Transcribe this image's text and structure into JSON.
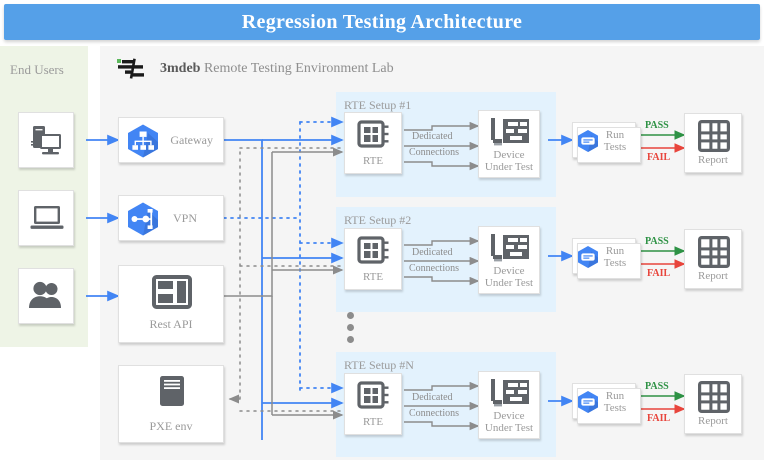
{
  "header": {
    "title": "Regression Testing Architecture",
    "bg_color": "#55a0e8",
    "text_color": "#ffffff"
  },
  "endusers": {
    "label": "End Users",
    "bg_color": "#eef4e6",
    "items": [
      {
        "icon": "desktop-computer-icon",
        "name": "desktop-user"
      },
      {
        "icon": "laptop-icon",
        "name": "laptop-user"
      },
      {
        "icon": "people-group-icon",
        "name": "group-user"
      }
    ]
  },
  "lab": {
    "brand": "3mdeb",
    "title": " Remote Testing Environment Lab",
    "bg_color": "#f5f5f5",
    "logo_icon": "3mdeb-logo-icon",
    "logo_accent_color": "#5cb85c"
  },
  "services": [
    {
      "label": "Gateway",
      "icon": "network-hierarchy-icon",
      "color": "#4285f4"
    },
    {
      "label": "VPN",
      "icon": "vpn-nodes-icon",
      "color": "#4285f4"
    },
    {
      "label": "Rest API",
      "icon": "api-layout-icon",
      "color": "#5f6368"
    },
    {
      "label": "PXE env",
      "icon": "server-rack-icon",
      "color": "#5f6368"
    }
  ],
  "setups": [
    {
      "title": "RTE Setup #1",
      "rte_label": "RTE",
      "dut_label": "Device\nUnder Test",
      "dut_label_line1": "Device",
      "dut_label_line2": "Under Test",
      "connection_label_line1": "Dedicated",
      "connection_label_line2": "Connections",
      "run_label_line1": "Run",
      "run_label_line2": "Tests",
      "pass_label": "PASS",
      "fail_label": "FAIL",
      "report_label": "Report"
    },
    {
      "title": "RTE Setup #2",
      "rte_label": "RTE",
      "dut_label_line1": "Device",
      "dut_label_line2": "Under Test",
      "connection_label_line1": "Dedicated",
      "connection_label_line2": "Connections",
      "run_label_line1": "Run",
      "run_label_line2": "Tests",
      "pass_label": "PASS",
      "fail_label": "FAIL",
      "report_label": "Report"
    },
    {
      "title": "RTE Setup #N",
      "rte_label": "RTE",
      "dut_label_line1": "Device",
      "dut_label_line2": "Under Test",
      "connection_label_line1": "Dedicated",
      "connection_label_line2": "Connections",
      "run_label_line1": "Run",
      "run_label_line2": "Tests",
      "pass_label": "PASS",
      "fail_label": "FAIL",
      "report_label": "Report"
    }
  ],
  "ellipsis": {
    "name": "vertical-ellipsis",
    "dots": 3
  },
  "colors": {
    "blue_link": "#4285f4",
    "gray_link": "#8c8c8c",
    "pass": "#2e9245",
    "fail": "#e8453c",
    "zone": "#e3f2fd",
    "icon_gray": "#5f6368"
  }
}
